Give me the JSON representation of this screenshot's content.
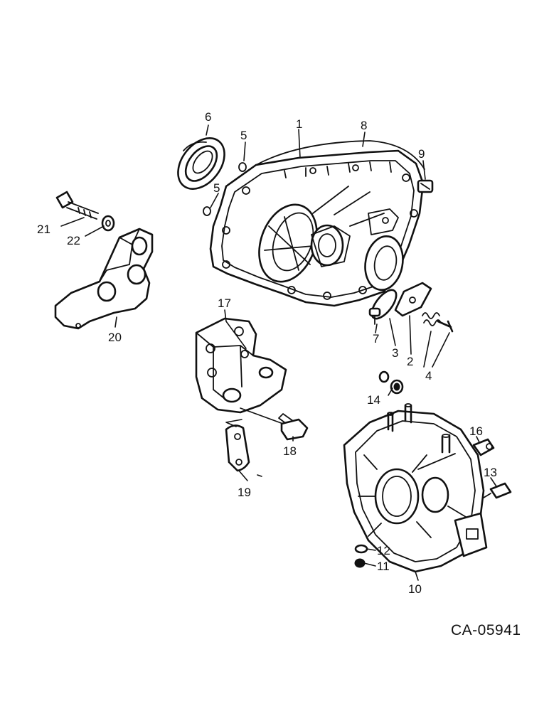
{
  "diagram_code": "CA-05941",
  "callouts": {
    "c1": "1",
    "c2": "2",
    "c3": "3",
    "c4": "4",
    "c5a": "5",
    "c5b": "5",
    "c6": "6",
    "c7": "7",
    "c8": "8",
    "c9": "9",
    "c10": "10",
    "c11": "11",
    "c12": "12",
    "c13": "13",
    "c14": "14",
    "c16": "16",
    "c17": "17",
    "c18": "18",
    "c19": "19",
    "c20": "20",
    "c21": "21",
    "c22": "22"
  }
}
